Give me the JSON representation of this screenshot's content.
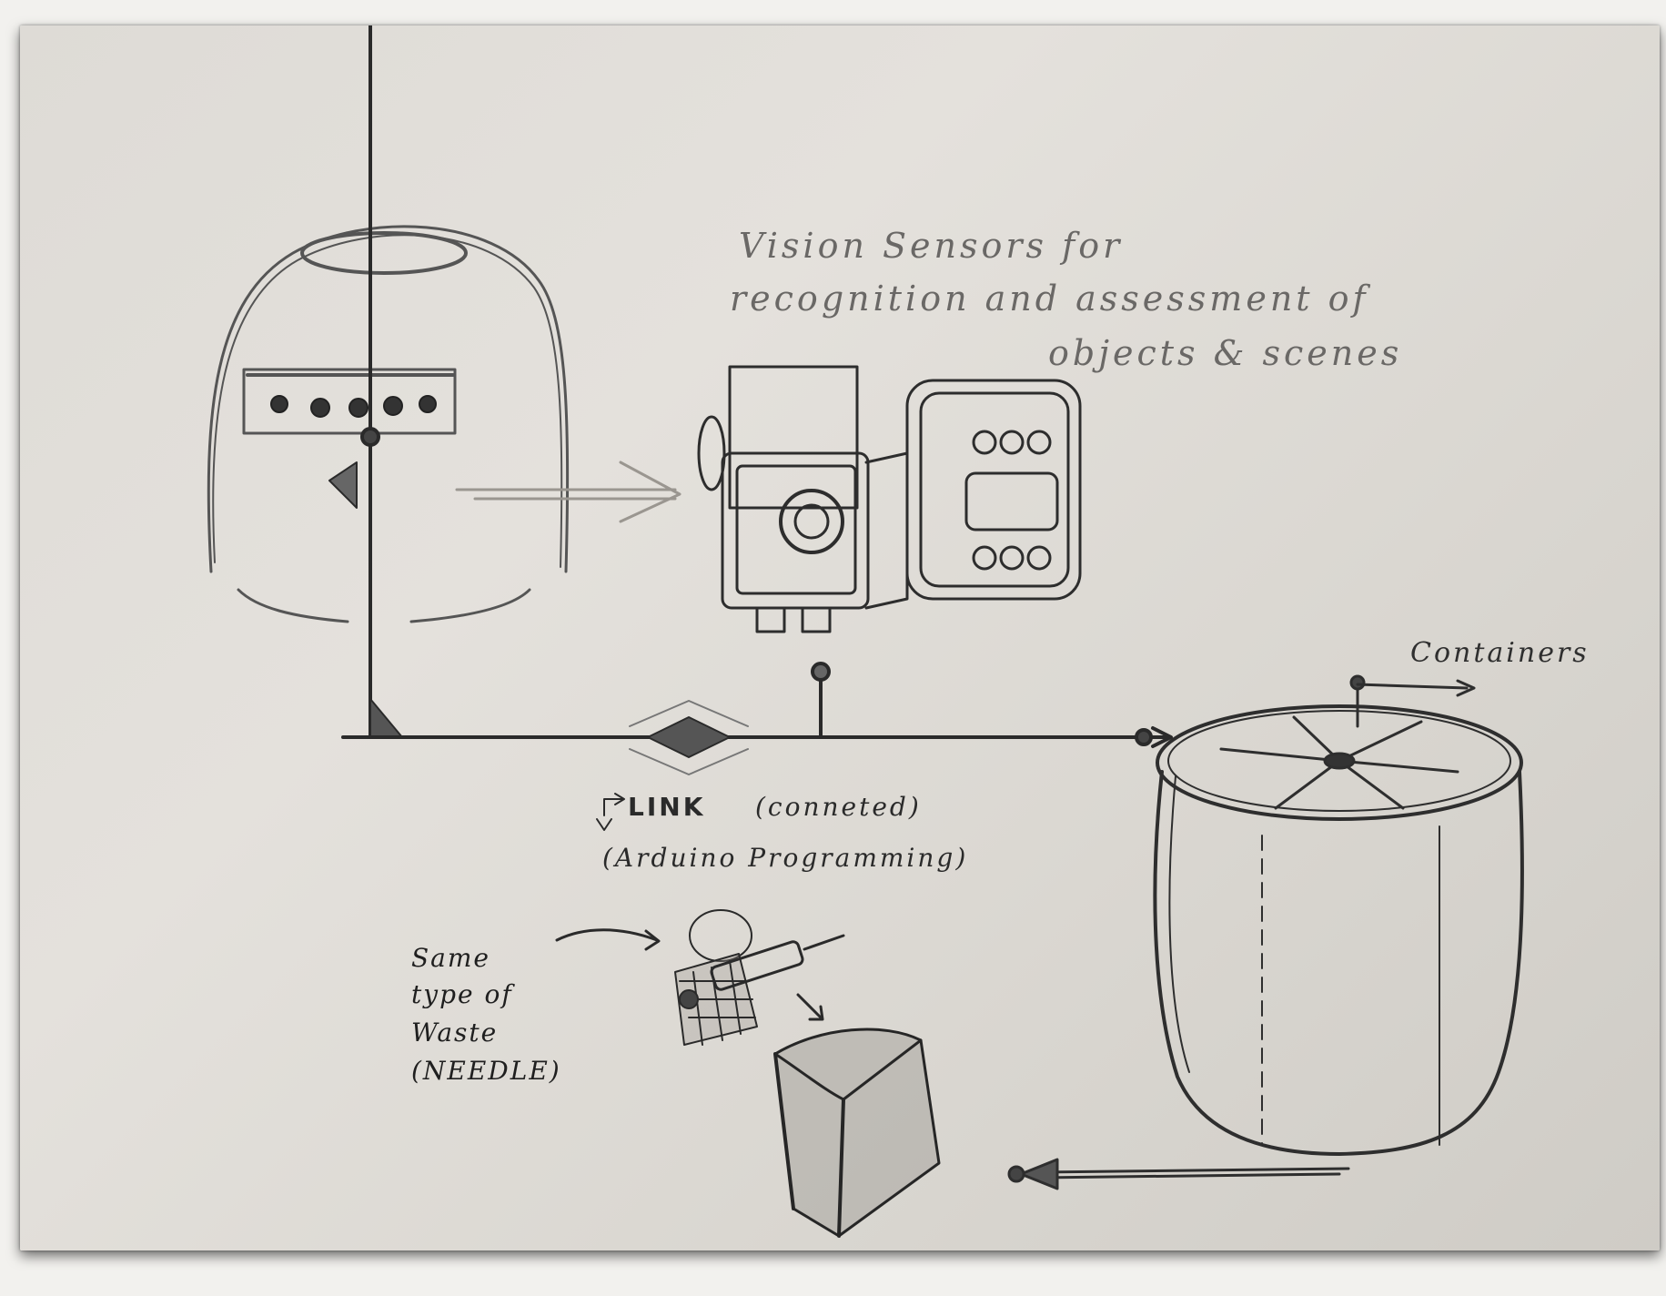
{
  "annotations": {
    "vision_line1": "Vision Sensors for",
    "vision_line2": "recognition and assessment of",
    "vision_line3": "objects & scenes",
    "containers": "Containers",
    "link": "LINK",
    "connected": "(conneted)",
    "arduino": "(Arduino Programming)",
    "waste_line1": "Same",
    "waste_line2": "type of",
    "waste_line3": "Waste",
    "waste_line4": "(NEEDLE)"
  },
  "colors": {
    "paper": "#dedbd6",
    "pencil": "#3a3a3a",
    "background": "#f2f1ee"
  }
}
